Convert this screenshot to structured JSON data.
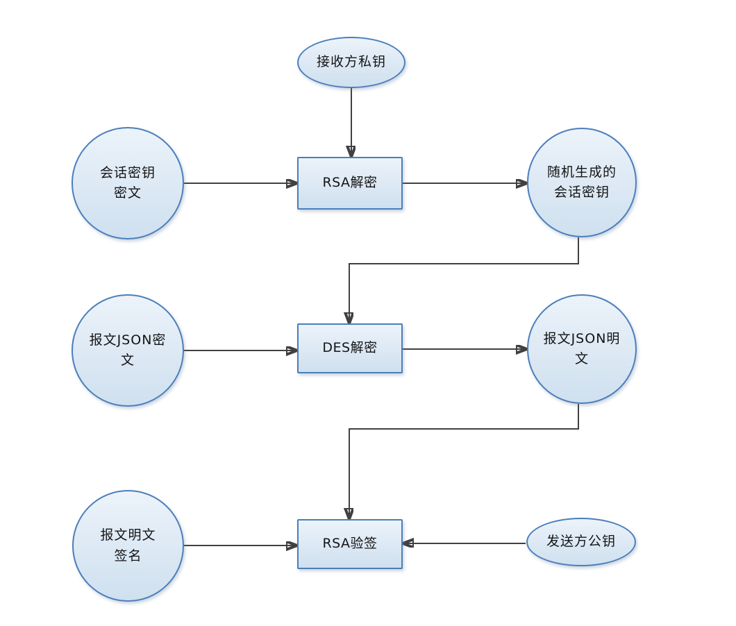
{
  "diagram": {
    "type": "flowchart",
    "background": "#ffffff",
    "colors": {
      "shape_fill_top": "#ecf3fa",
      "shape_fill_bottom": "#cfe0ef",
      "shape_border": "#4a7ebb",
      "connector": "#404040",
      "text": "#141414"
    },
    "nodes": {
      "receiver_private_key": {
        "shape": "ellipse",
        "label": "接收方私钥"
      },
      "session_key_cipher": {
        "shape": "circle",
        "label": "会话密钥\n密文"
      },
      "rsa_decrypt": {
        "shape": "rect",
        "label": "RSA解密"
      },
      "random_session_key": {
        "shape": "circle",
        "label": "随机生成的\n会话密钥"
      },
      "json_cipher": {
        "shape": "circle",
        "label": "报文JSON密\n文"
      },
      "des_decrypt": {
        "shape": "rect",
        "label": "DES解密"
      },
      "json_plain": {
        "shape": "circle",
        "label": "报文JSON明\n文"
      },
      "plain_signature": {
        "shape": "circle",
        "label": "报文明文\n签名"
      },
      "rsa_verify": {
        "shape": "rect",
        "label": "RSA验签"
      },
      "sender_public_key": {
        "shape": "ellipse",
        "label": "发送方公钥"
      }
    },
    "edges": [
      {
        "from": "receiver_private_key",
        "to": "rsa_decrypt",
        "style": "straight-down"
      },
      {
        "from": "session_key_cipher",
        "to": "rsa_decrypt",
        "style": "straight-right"
      },
      {
        "from": "rsa_decrypt",
        "to": "random_session_key",
        "style": "straight-right"
      },
      {
        "from": "random_session_key",
        "to": "des_decrypt",
        "style": "elbow-down-left-down"
      },
      {
        "from": "json_cipher",
        "to": "des_decrypt",
        "style": "straight-right"
      },
      {
        "from": "des_decrypt",
        "to": "json_plain",
        "style": "straight-right"
      },
      {
        "from": "json_plain",
        "to": "rsa_verify",
        "style": "elbow-down-left-down"
      },
      {
        "from": "plain_signature",
        "to": "rsa_verify",
        "style": "straight-right"
      },
      {
        "from": "sender_public_key",
        "to": "rsa_verify",
        "style": "straight-left"
      }
    ]
  }
}
